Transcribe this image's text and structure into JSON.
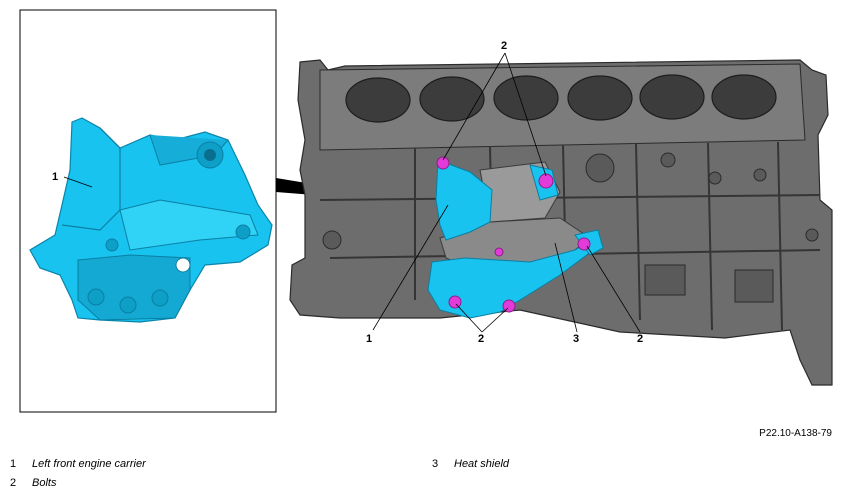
{
  "figure": {
    "reference_code": "P22.10-A138-79",
    "callouts": {
      "engine_carrier": "1",
      "bolts": "2",
      "heat_shield": "3"
    }
  },
  "legend": [
    {
      "number": "1",
      "text": "Left front engine carrier"
    },
    {
      "number": "2",
      "text": "Bolts"
    },
    {
      "number": "3",
      "text": "Heat shield"
    }
  ],
  "colors": {
    "part_highlight": "#19c3f0",
    "bolt_highlight": "#e23bd9",
    "engine_block": "#6d6d6d"
  }
}
